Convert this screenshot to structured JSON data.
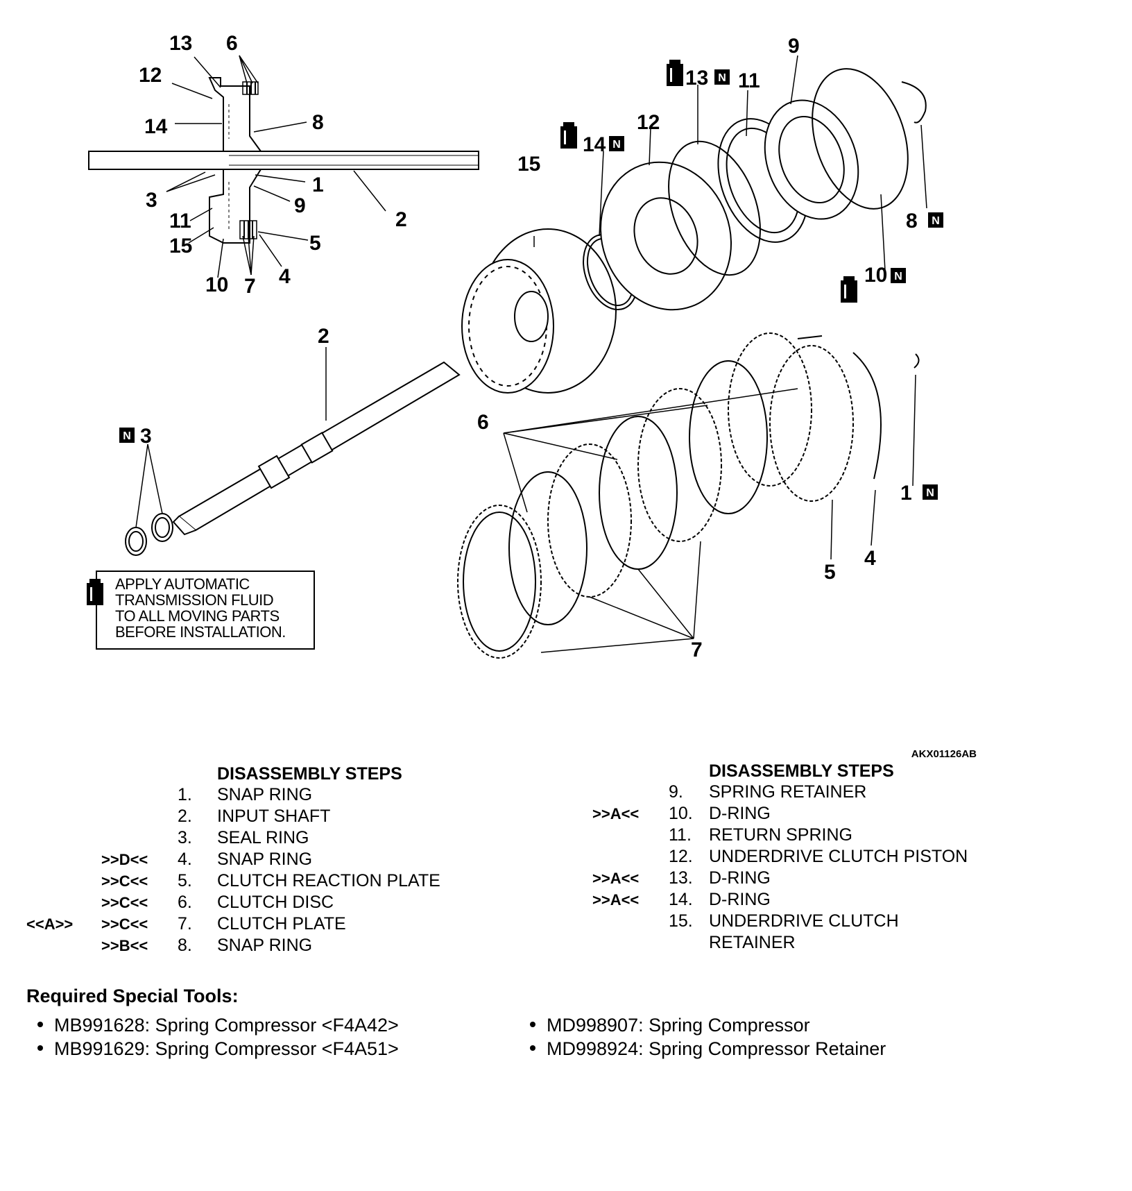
{
  "figure_code": "AKX01126AB",
  "callouts": {
    "top_left": [
      "13",
      "6",
      "12",
      "14",
      "8",
      "1",
      "3",
      "9",
      "2",
      "11",
      "5",
      "15",
      "10",
      "7",
      "4"
    ],
    "shaft": [
      "2",
      "3"
    ],
    "exploded": [
      "9",
      "13",
      "11",
      "12",
      "14",
      "15",
      "8",
      "10",
      "6",
      "1",
      "5",
      "4",
      "7"
    ]
  },
  "nbox_letter": "N",
  "note": {
    "icon": "fluid-bottle-icon",
    "lines": [
      "APPLY AUTOMATIC",
      "TRANSMISSION FLUID",
      "TO ALL MOVING PARTS",
      "BEFORE INSTALLATION."
    ]
  },
  "steps_left": {
    "title": "DISASSEMBLY STEPS",
    "rows": [
      {
        "m1": "",
        "m2": "",
        "num": "1.",
        "text": "SNAP RING"
      },
      {
        "m1": "",
        "m2": "",
        "num": "2.",
        "text": "INPUT SHAFT"
      },
      {
        "m1": "",
        "m2": "",
        "num": "3.",
        "text": "SEAL RING"
      },
      {
        "m1": "",
        "m2": ">>D<<",
        "num": "4.",
        "text": "SNAP RING"
      },
      {
        "m1": "",
        "m2": ">>C<<",
        "num": "5.",
        "text": "CLUTCH REACTION PLATE"
      },
      {
        "m1": "",
        "m2": ">>C<<",
        "num": "6.",
        "text": "CLUTCH DISC"
      },
      {
        "m1": "<<A>>",
        "m2": ">>C<<",
        "num": "7.",
        "text": "CLUTCH PLATE"
      },
      {
        "m1": "",
        "m2": ">>B<<",
        "num": "8.",
        "text": "SNAP RING"
      }
    ]
  },
  "steps_right": {
    "title": "DISASSEMBLY STEPS",
    "rows": [
      {
        "m2": "",
        "num": "9.",
        "text": "SPRING RETAINER"
      },
      {
        "m2": ">>A<<",
        "num": "10.",
        "text": "D-RING"
      },
      {
        "m2": "",
        "num": "11.",
        "text": "RETURN SPRING"
      },
      {
        "m2": "",
        "num": "12.",
        "text": "UNDERDRIVE CLUTCH PISTON"
      },
      {
        "m2": ">>A<<",
        "num": "13.",
        "text": "D-RING"
      },
      {
        "m2": ">>A<<",
        "num": "14.",
        "text": "D-RING"
      },
      {
        "m2": "",
        "num": "15.",
        "text": "UNDERDRIVE CLUTCH"
      },
      {
        "m2": "",
        "num": "",
        "text": "RETAINER"
      }
    ]
  },
  "tools": {
    "title": "Required Special Tools:",
    "items": [
      "MB991628: Spring Compressor <F4A42>",
      "MB991629: Spring Compressor <F4A51>",
      "MD998907: Spring Compressor",
      "MD998924: Spring Compressor Retainer"
    ]
  }
}
